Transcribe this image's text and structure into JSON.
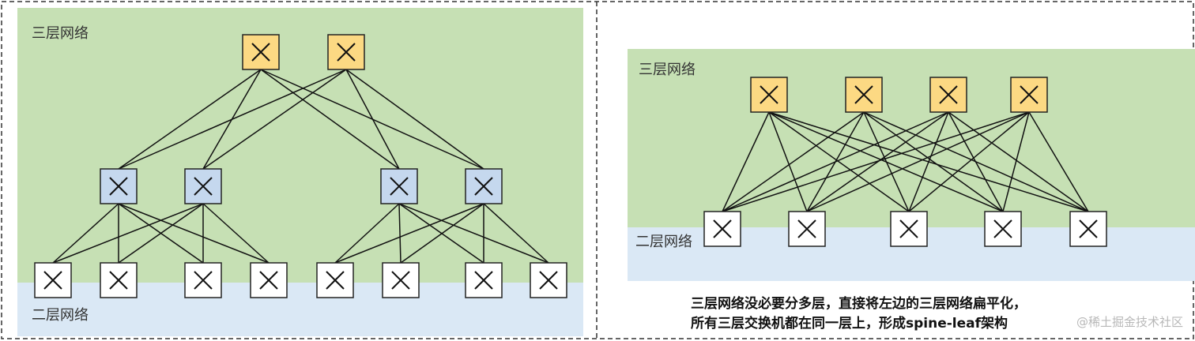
{
  "colors": {
    "upper_zone": "#c6e0b4",
    "lower_zone": "#dae8f5",
    "core_switch": "#fcd983",
    "aggregation_switch": "#c5d8ee",
    "access_switch": "#ffffff",
    "frame_border": "#333333"
  },
  "icons": {
    "switch": "x-cross-icon"
  },
  "left_diagram": {
    "upper_label": "三层网络",
    "lower_label": "二层网络",
    "core_switch_count": 2,
    "aggregation_switch_count": 4,
    "access_switch_count": 8
  },
  "right_diagram": {
    "upper_label": "三层网络",
    "lower_label": "二层网络",
    "spine_switch_count": 4,
    "leaf_switch_count": 5
  },
  "caption": {
    "line1": "三层网络没必要分多层，直接将左边的三层网络扁平化，",
    "line2": "所有三层交换机都在同一层上，形成spine-leaf架构"
  },
  "watermark": "@稀土掘金技术社区"
}
